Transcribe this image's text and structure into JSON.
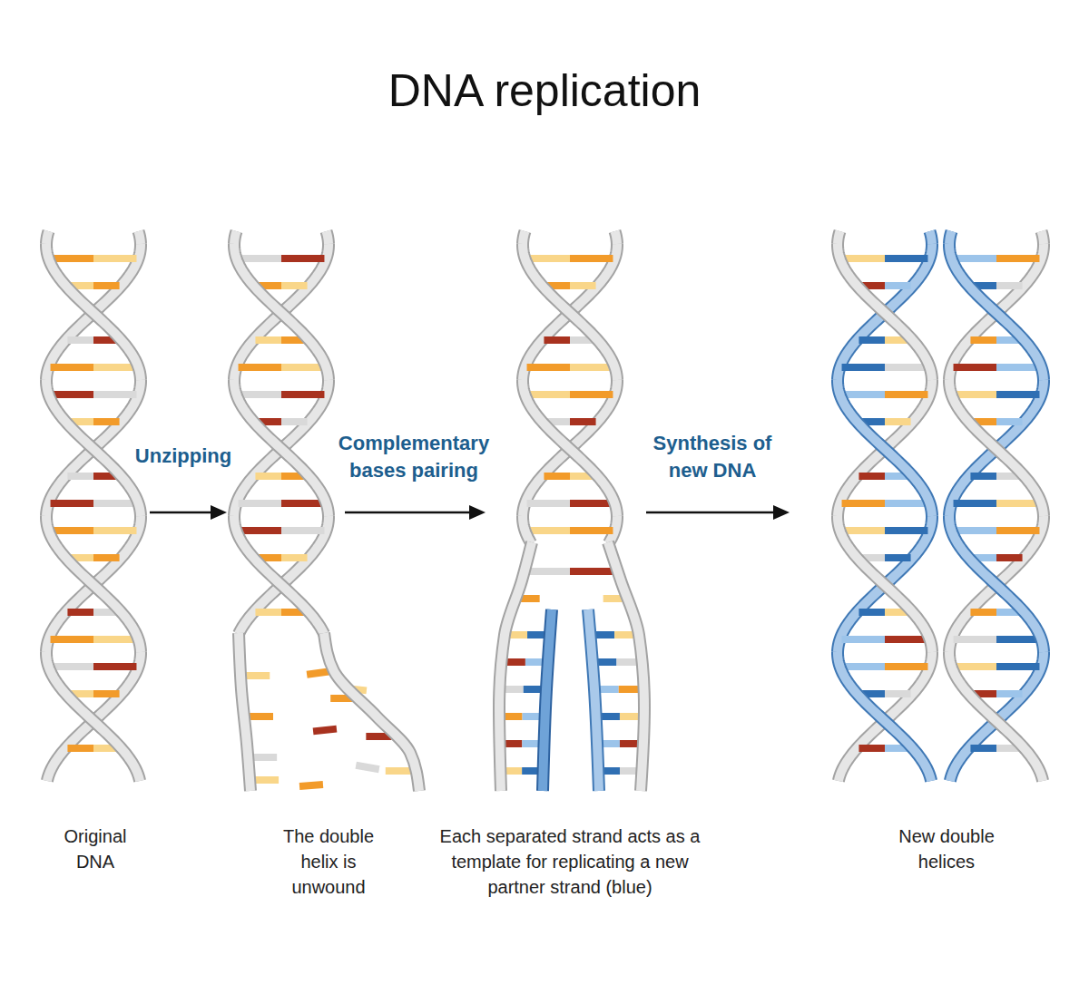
{
  "diagram": {
    "title": "DNA replication",
    "labels": [
      "Unzipping",
      "Complementary bases pairing",
      "Synthesis of new DNA",
      "Original DNA",
      "The double helix is unwound",
      "Each separated strand acts as a template for replicating a new partner strand (blue)",
      "New double helices"
    ]
  }
}
